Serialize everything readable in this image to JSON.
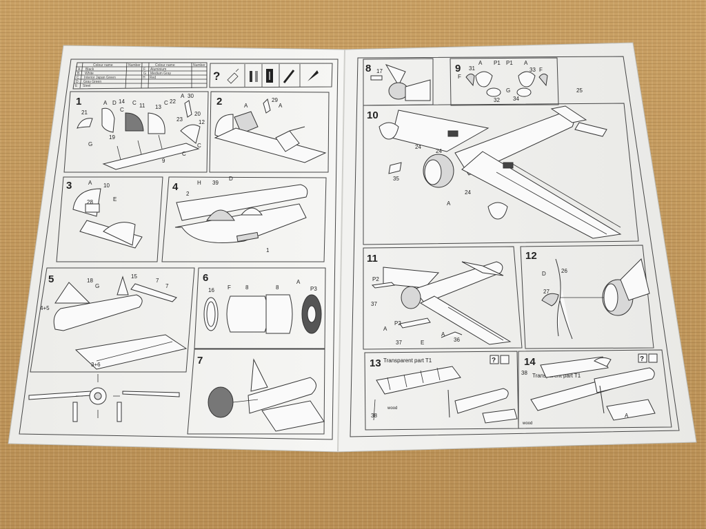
{
  "colors": {
    "paper": "#f4f4f2",
    "ink": "#333333",
    "mat": "#c89f63"
  },
  "legend": {
    "headers": [
      "Colour name",
      "Number",
      "Colour name",
      "Number"
    ],
    "left": [
      {
        "key": "A",
        "name": "Black"
      },
      {
        "key": "B",
        "name": "White"
      },
      {
        "key": "C",
        "name": "Interior Japan Green"
      },
      {
        "key": "D",
        "name": "Gray Green"
      },
      {
        "key": "E",
        "name": "Steel"
      }
    ],
    "right": [
      {
        "key": "F",
        "name": "Aluminium"
      },
      {
        "key": "G",
        "name": "Medium Gray"
      },
      {
        "key": "H",
        "name": "Red"
      }
    ],
    "icons": [
      "help-icon",
      "glue-icon",
      "paint-icon",
      "cut-icon",
      "sand-icon",
      "drill-icon"
    ]
  },
  "steps": {
    "s1": {
      "num": "1",
      "callouts": [
        "21",
        "A",
        "D",
        "14",
        "C",
        "C",
        "11",
        "13",
        "C",
        "22",
        "A",
        "30",
        "20",
        "23",
        "12",
        "19",
        "G",
        "9",
        "C",
        "C"
      ]
    },
    "s2": {
      "num": "2",
      "callouts": [
        "A",
        "29",
        "A"
      ]
    },
    "s3": {
      "num": "3",
      "callouts": [
        "A",
        "10",
        "28",
        "E"
      ]
    },
    "s4": {
      "num": "4",
      "callouts": [
        "H",
        "39",
        "D",
        "2",
        "1"
      ]
    },
    "s5": {
      "num": "5",
      "callouts": [
        "18",
        "G",
        "15",
        "7",
        "7",
        "4+5",
        "3+6"
      ]
    },
    "s6": {
      "num": "6",
      "callouts": [
        "16",
        "F",
        "8",
        "8",
        "A",
        "P3"
      ]
    },
    "s7": {
      "num": "7"
    },
    "s8": {
      "num": "8",
      "callouts": [
        "17"
      ]
    },
    "s9": {
      "num": "9",
      "callouts": [
        "A",
        "P1",
        "31",
        "F",
        "P1",
        "A",
        "33",
        "F",
        "32",
        "G",
        "34"
      ]
    },
    "s10": {
      "num": "10",
      "callouts": [
        "25",
        "24",
        "24",
        "35",
        "A",
        "24"
      ]
    },
    "s11": {
      "num": "11",
      "callouts": [
        "P2",
        "37",
        "P2",
        "A",
        "37",
        "E",
        "A",
        "36"
      ]
    },
    "s12": {
      "num": "12",
      "callouts": [
        "D",
        "26",
        "27"
      ]
    },
    "s13": {
      "num": "13",
      "title": "Transparent part T1",
      "callouts": [
        "38",
        "wood"
      ]
    },
    "s14": {
      "num": "14",
      "title": "Transparent part T1",
      "callouts": [
        "38",
        "A",
        "wood"
      ]
    }
  }
}
